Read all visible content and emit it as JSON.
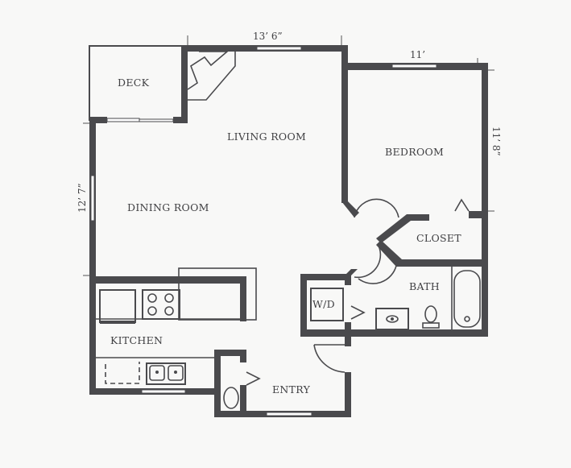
{
  "floorplan": {
    "rooms": {
      "deck": "DECK",
      "living_room": "LIVING ROOM",
      "dining_room": "DINING ROOM",
      "bedroom": "BEDROOM",
      "closet": "CLOSET",
      "bath": "BATH",
      "washer_dryer": "W/D",
      "kitchen": "KITCHEN",
      "entry": "ENTRY"
    },
    "dimensions": {
      "living_width": "13’ 6”",
      "bedroom_width": "11’",
      "bedroom_depth": "11’ 8”",
      "dining_depth": "12’ 7”"
    },
    "colors": {
      "wall": "#4a4a4d",
      "background": "#f8f8f7",
      "text": "#404043"
    }
  }
}
